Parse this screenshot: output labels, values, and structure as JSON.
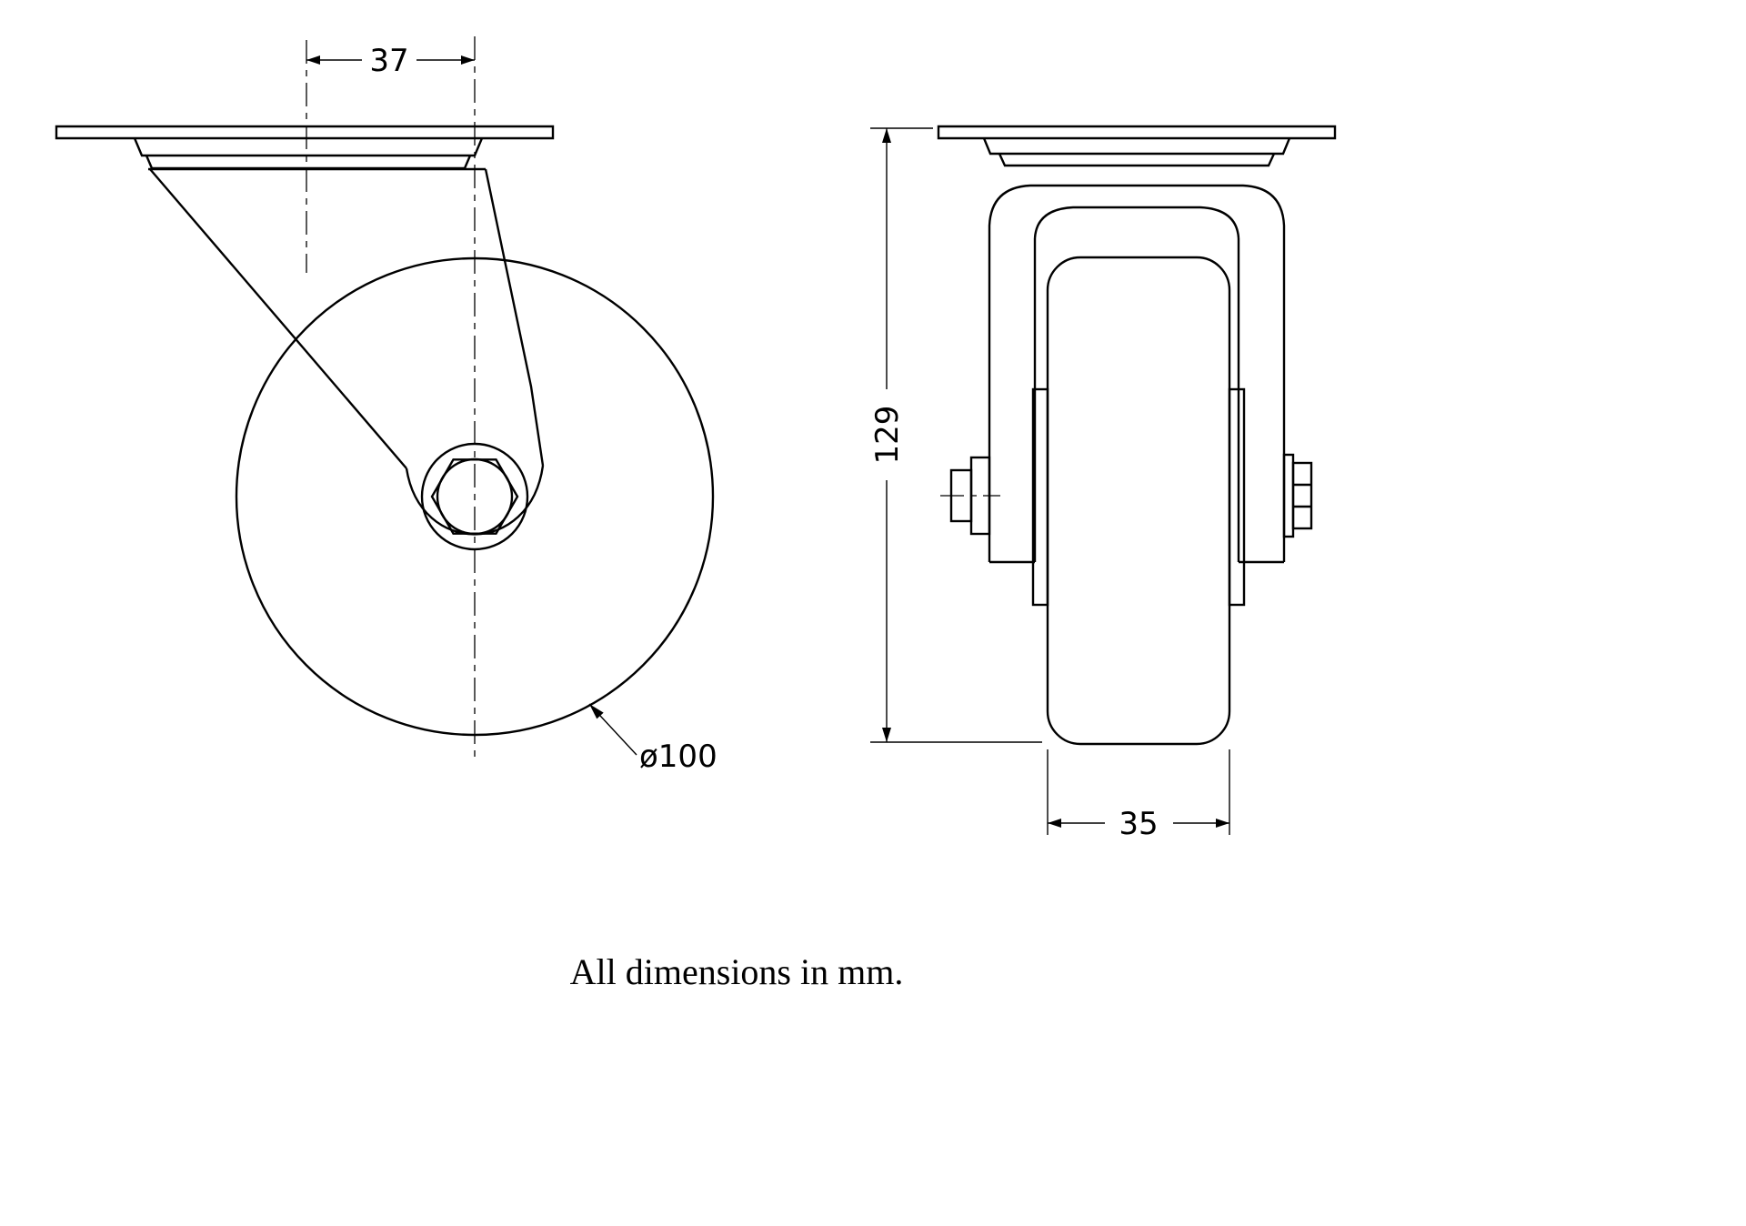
{
  "page": {
    "background": "#ffffff",
    "line_color": "#000000"
  },
  "caption": "All dimensions in mm.",
  "views": {
    "side_view": {
      "dimensions": {
        "swivel_offset": "37",
        "wheel_diameter": "ø100"
      }
    },
    "front_view": {
      "dimensions": {
        "overall_height": "129",
        "wheel_width": "35"
      }
    }
  }
}
